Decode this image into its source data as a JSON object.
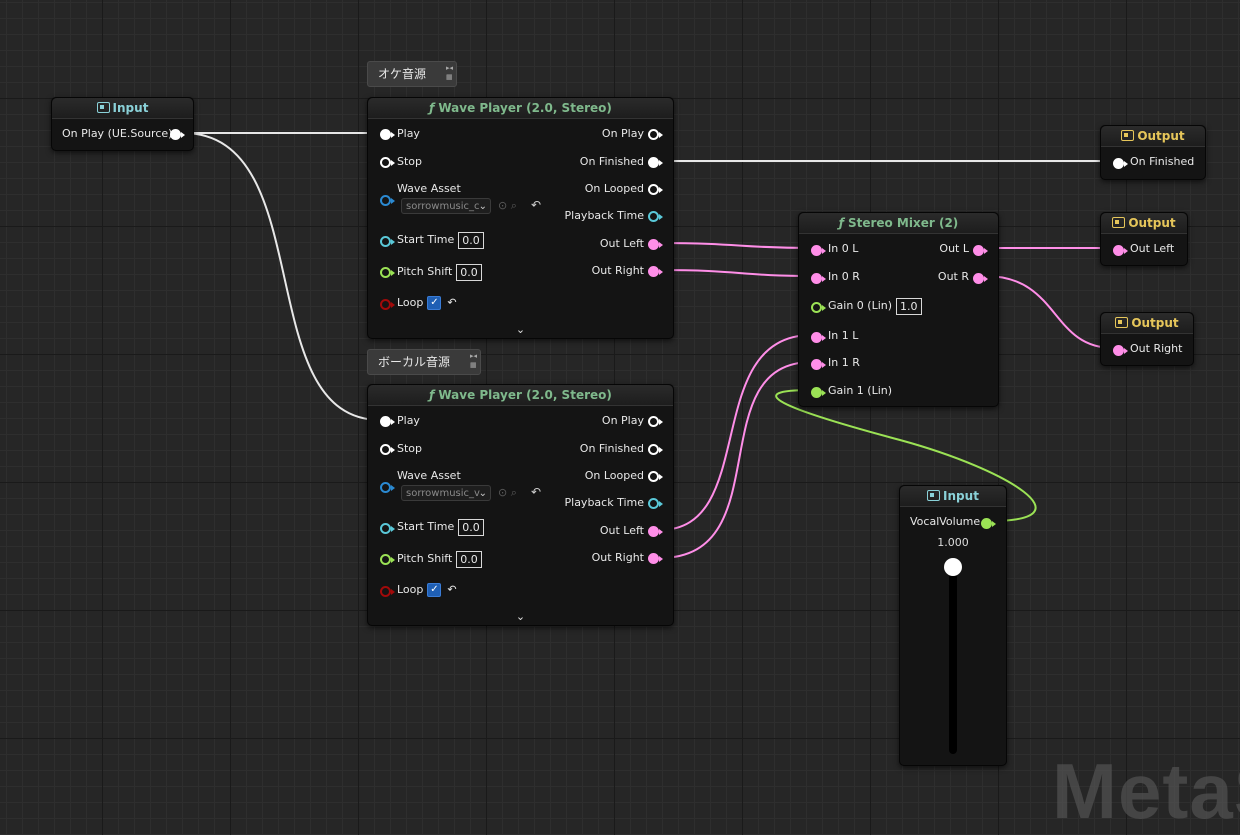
{
  "input_play_node": {
    "title": "Input",
    "pin": "On Play (UE.Source)"
  },
  "wave_player_1": {
    "comment": "オケ音源",
    "title": "Wave Player (2.0, Stereo)",
    "pins_left": {
      "play": "Play",
      "stop": "Stop",
      "wave_asset": "Wave Asset",
      "start_time": "Start Time",
      "pitch_shift": "Pitch Shift",
      "loop": "Loop"
    },
    "pins_right": {
      "on_play": "On Play",
      "on_finished": "On Finished",
      "on_looped": "On Looped",
      "playback_time": "Playback Time",
      "out_left": "Out Left",
      "out_right": "Out Right"
    },
    "asset_value": "sorrowmusic_c",
    "start_time_value": "0.0",
    "pitch_shift_value": "0.0",
    "loop_checked": true
  },
  "wave_player_2": {
    "comment": "ボーカル音源",
    "title": "Wave Player (2.0, Stereo)",
    "pins_left": {
      "play": "Play",
      "stop": "Stop",
      "wave_asset": "Wave Asset",
      "start_time": "Start Time",
      "pitch_shift": "Pitch Shift",
      "loop": "Loop"
    },
    "pins_right": {
      "on_play": "On Play",
      "on_finished": "On Finished",
      "on_looped": "On Looped",
      "playback_time": "Playback Time",
      "out_left": "Out Left",
      "out_right": "Out Right"
    },
    "asset_value": "sorrowmusic_v",
    "start_time_value": "0.0",
    "pitch_shift_value": "0.0",
    "loop_checked": true
  },
  "stereo_mixer": {
    "title": "Stereo Mixer (2)",
    "pins_left": {
      "in0l": "In 0 L",
      "in0r": "In 0 R",
      "gain0": "Gain 0 (Lin)",
      "in1l": "In 1 L",
      "in1r": "In 1 R",
      "gain1": "Gain 1 (Lin)"
    },
    "gain0_value": "1.0",
    "pins_right": {
      "outl": "Out L",
      "outr": "Out R"
    }
  },
  "output_finished": {
    "title": "Output",
    "pin": "On Finished"
  },
  "output_left": {
    "title": "Output",
    "pin": "Out Left"
  },
  "output_right": {
    "title": "Output",
    "pin": "Out Right"
  },
  "vocal_input": {
    "title": "Input",
    "pin": "VocalVolume",
    "value": "1.000",
    "level": 1.0
  },
  "watermark": "MetaS",
  "colors": {
    "trigger": "#ffffff",
    "audio": "#ff8ee8",
    "float": "#9be255",
    "time": "#5ac8d8",
    "asset": "#2b8ad2",
    "bool": "#a10a0a"
  }
}
